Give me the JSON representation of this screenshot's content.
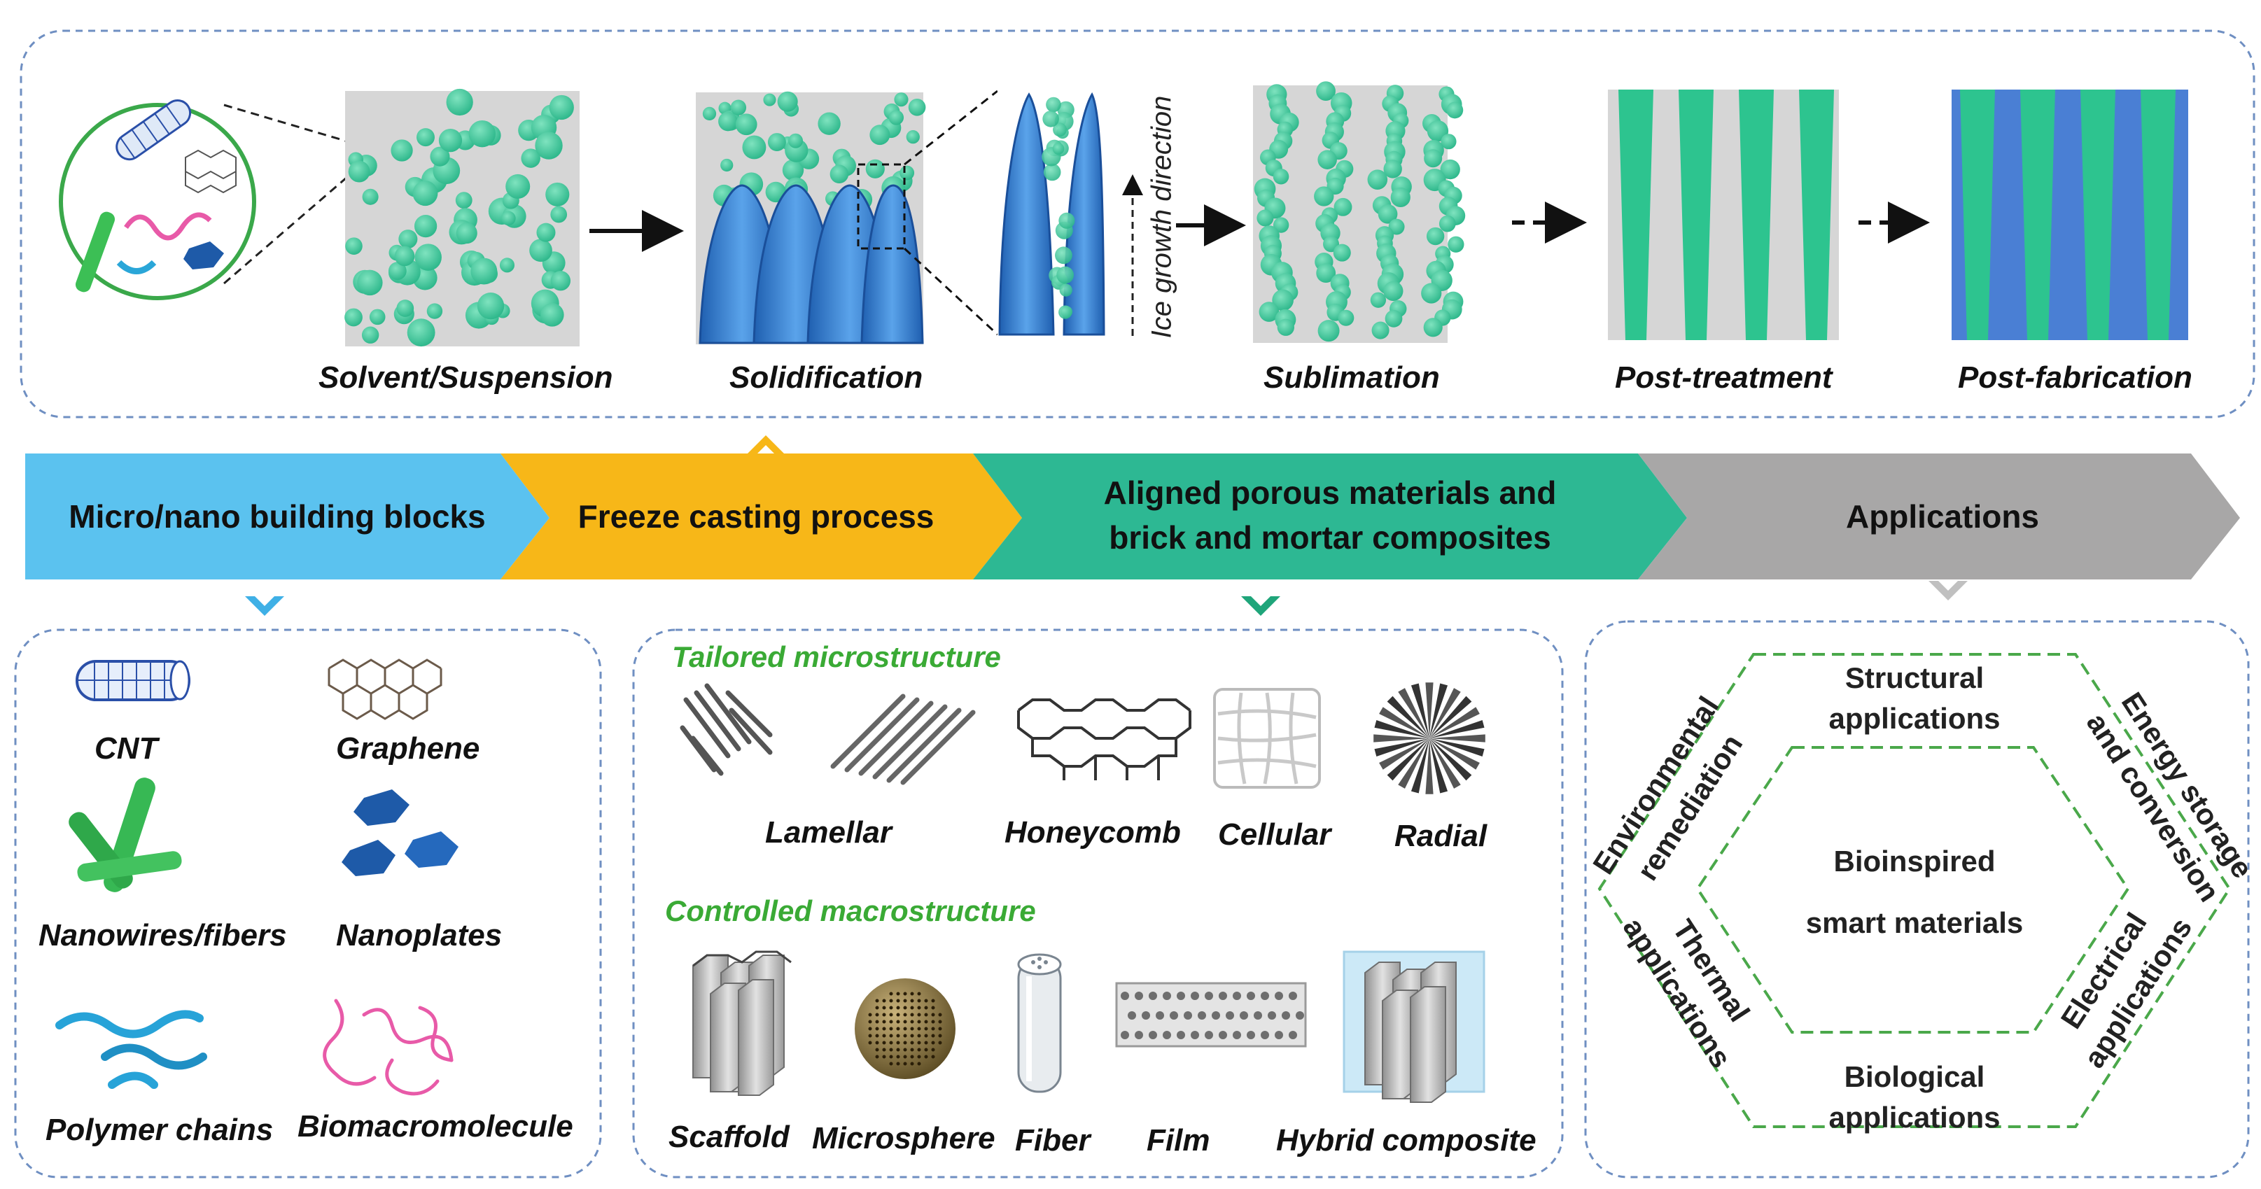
{
  "process": {
    "steps": [
      "Solvent/Suspension",
      "Solidification",
      "Sublimation",
      "Post-treatment",
      "Post-fabrication"
    ],
    "ice_direction": "Ice growth direction"
  },
  "flow": {
    "stages": [
      {
        "label": "Micro/nano  building blocks",
        "color": "#5bc2ef"
      },
      {
        "label": "Freeze casting process",
        "color": "#f7b718"
      },
      {
        "label": "Aligned porous materials and brick and mortar composites",
        "line1": "Aligned porous materials and",
        "line2": "brick and mortar composites",
        "color": "#2db893"
      },
      {
        "label": "Applications",
        "color": "#a8a7a7"
      }
    ]
  },
  "building_blocks": {
    "items": [
      "CNT",
      "Graphene",
      "Nanowires/fibers",
      "Nanoplates",
      "Polymer chains",
      "Biomacromolecule"
    ]
  },
  "microstructure": {
    "heading": "Tailored microstructure",
    "items": [
      "Lamellar",
      "Honeycomb",
      "Cellular",
      "Radial"
    ]
  },
  "macrostructure": {
    "heading": "Controlled macrostructure",
    "items": [
      "Scaffold",
      "Microsphere",
      "Fiber",
      "Film",
      "Hybrid composite"
    ]
  },
  "applications": {
    "center_line1": "Bioinspired",
    "center_line2": "smart materials",
    "structural_1": "Structural",
    "structural_2": "applications",
    "energy_1": "Energy storage",
    "energy_2": "and conversion",
    "electrical_1": "Electrical",
    "electrical_2": "applications",
    "biological_1": "Biological",
    "biological_2": "applications",
    "thermal_1": "Thermal",
    "thermal_2": "applications",
    "environmental_1": "Environmental",
    "environmental_2": "remediation"
  },
  "colors": {
    "particle": "#3ec79b",
    "ice": "#3a7fd0",
    "panel_border": "#6f8fc2",
    "hex_border": "#4aa84a"
  }
}
